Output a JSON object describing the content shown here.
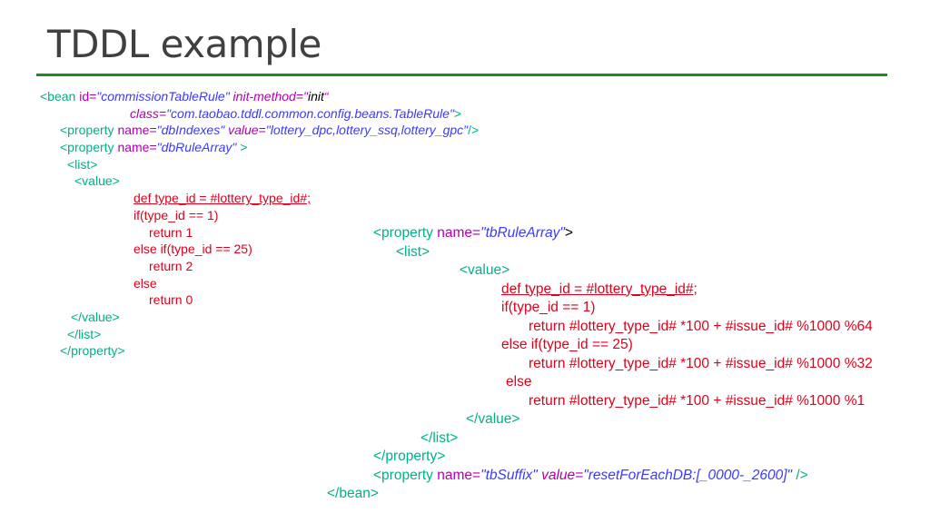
{
  "title": "TDDL example",
  "left": {
    "bean_open": "<bean ",
    "id_attr": "id=",
    "id_val": "\"commissionTableRule\"",
    "init_attr": " init-method=",
    "init_val_open": "\"",
    "init_val_word": "init",
    "init_val_close": "“",
    "class_attr": "class=",
    "class_val": "\"com.taobao.tddl.common.config.beans.TableRule\"",
    "class_close": ">",
    "prop1_open": "<property ",
    "prop1_name_attr": "name=",
    "prop1_name_val": "\"dbIndexes\"",
    "prop1_value_attr": " value=",
    "prop1_value_val": "\"lottery_dpc,lottery_ssq,lottery_gpc\"",
    "prop1_close": "/>",
    "prop2_open": "<property ",
    "prop2_name_attr": "name=",
    "prop2_name_val": "\"dbRuleArray\"",
    "prop2_close": " >",
    "list_open": "<list>",
    "value_open": "<value>",
    "script": [
      "def type_id = #lottery_type_id#;",
      "if(type_id == 1)",
      "return 1",
      "else if(type_id == 25)",
      "return 2",
      "else",
      "return 0"
    ],
    "value_close": "</value>",
    "list_close": "</list>",
    "prop_close": "</property>"
  },
  "right": {
    "prop_open": "<property ",
    "prop_name_attr": "name=",
    "prop_name_val": "\"tbRuleArray\"",
    "prop_gt": ">",
    "list_open": "<list>",
    "value_open": "<value>",
    "script": [
      "def type_id = #lottery_type_id#;",
      "if(type_id == 1)",
      "return #lottery_type_id# *100 + #issue_id# %1000 %64",
      "else if(type_id == 25)",
      "return #lottery_type_id# *100 + #issue_id# %1000 %32",
      "else",
      "return #lottery_type_id# *100 + #issue_id# %1000 %1"
    ],
    "value_close": "</value>",
    "list_close": "</list>",
    "prop_close": "</property>",
    "prop2_open": "<property ",
    "prop2_name_attr": "name=",
    "prop2_name_val": "\"tbSuffix\"",
    "prop2_value_attr": " value=",
    "prop2_value_val": "\"resetForEachDB:[_0000-_2600]\"",
    "prop2_close": " />",
    "bean_close": "</bean>"
  },
  "colors": {
    "tag": "#00b08a",
    "attr": "#b000b0",
    "value": "#3a3aff",
    "script": "#e0001b",
    "rule": "#1f8b1f",
    "title": "#404040"
  }
}
